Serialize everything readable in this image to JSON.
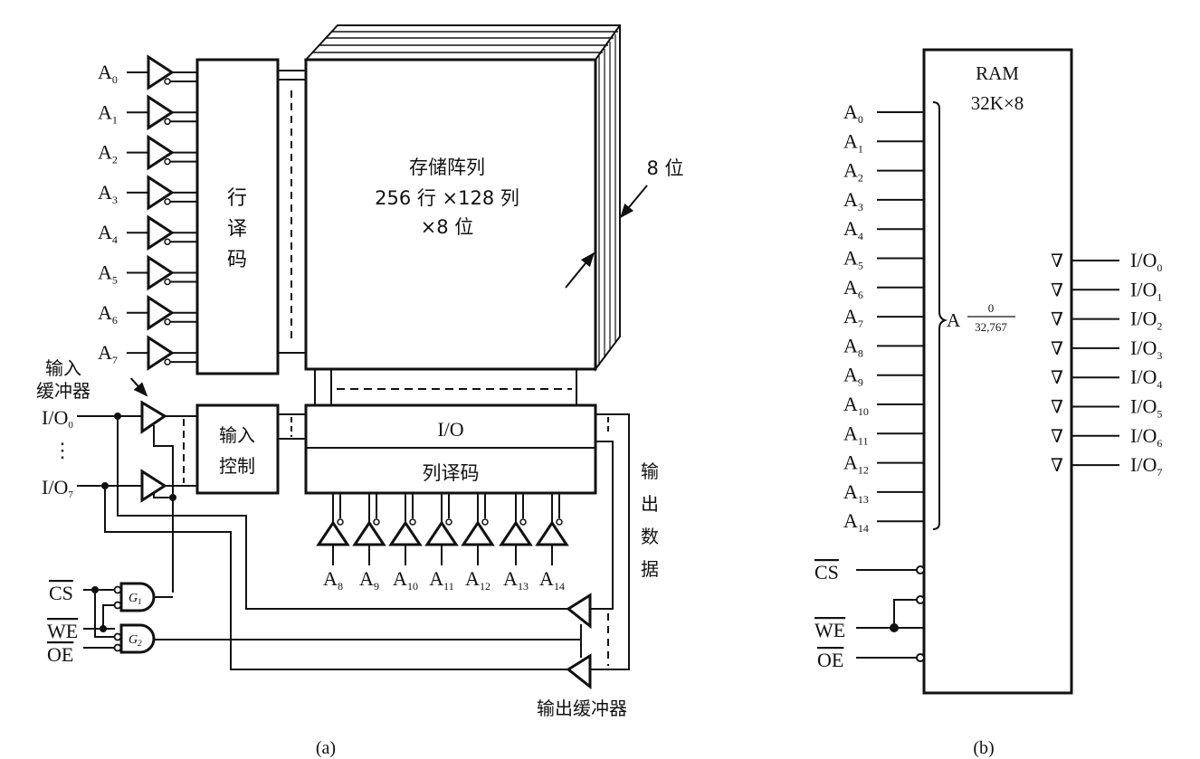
{
  "figure_a": {
    "caption": "(a)",
    "row_address_inputs": [
      "A0",
      "A1",
      "A2",
      "A3",
      "A4",
      "A5",
      "A6",
      "A7"
    ],
    "row_decoder_label": [
      "行",
      "译",
      "码"
    ],
    "memory_array": {
      "title": "存储阵列",
      "line2": "256 行 ×128 列",
      "line3": "×8 位",
      "depth_label": "8 位"
    },
    "input_buffer_label": [
      "输入",
      "缓冲器"
    ],
    "io_pins": [
      "I/O0",
      "⋮",
      "I/O7"
    ],
    "input_control_label": [
      "输入",
      "控制"
    ],
    "io_block_label": "I/O",
    "column_decoder_label": "列译码",
    "column_address_inputs": [
      "A8",
      "A9",
      "A10",
      "A11",
      "A12",
      "A13",
      "A14"
    ],
    "output_data_label": [
      "输",
      "出",
      "数",
      "据"
    ],
    "output_buffer_label": "输出缓冲器",
    "control_inputs": [
      "CS",
      "WE",
      "OE"
    ],
    "gates": [
      "G1",
      "G2"
    ]
  },
  "figure_b": {
    "caption": "(b)",
    "chip_title": "RAM",
    "chip_size": "32K×8",
    "address_inputs": [
      "A0",
      "A1",
      "A2",
      "A3",
      "A4",
      "A5",
      "A6",
      "A7",
      "A8",
      "A9",
      "A10",
      "A11",
      "A12",
      "A13",
      "A14"
    ],
    "address_range": {
      "prefix": "A",
      "from": "0",
      "to": "32,767"
    },
    "io_outputs": [
      "I/O0",
      "I/O1",
      "I/O2",
      "I/O3",
      "I/O4",
      "I/O5",
      "I/O6",
      "I/O7"
    ],
    "tristate_symbol": "∇",
    "control_inputs": [
      "CS",
      "WE",
      "OE"
    ]
  }
}
